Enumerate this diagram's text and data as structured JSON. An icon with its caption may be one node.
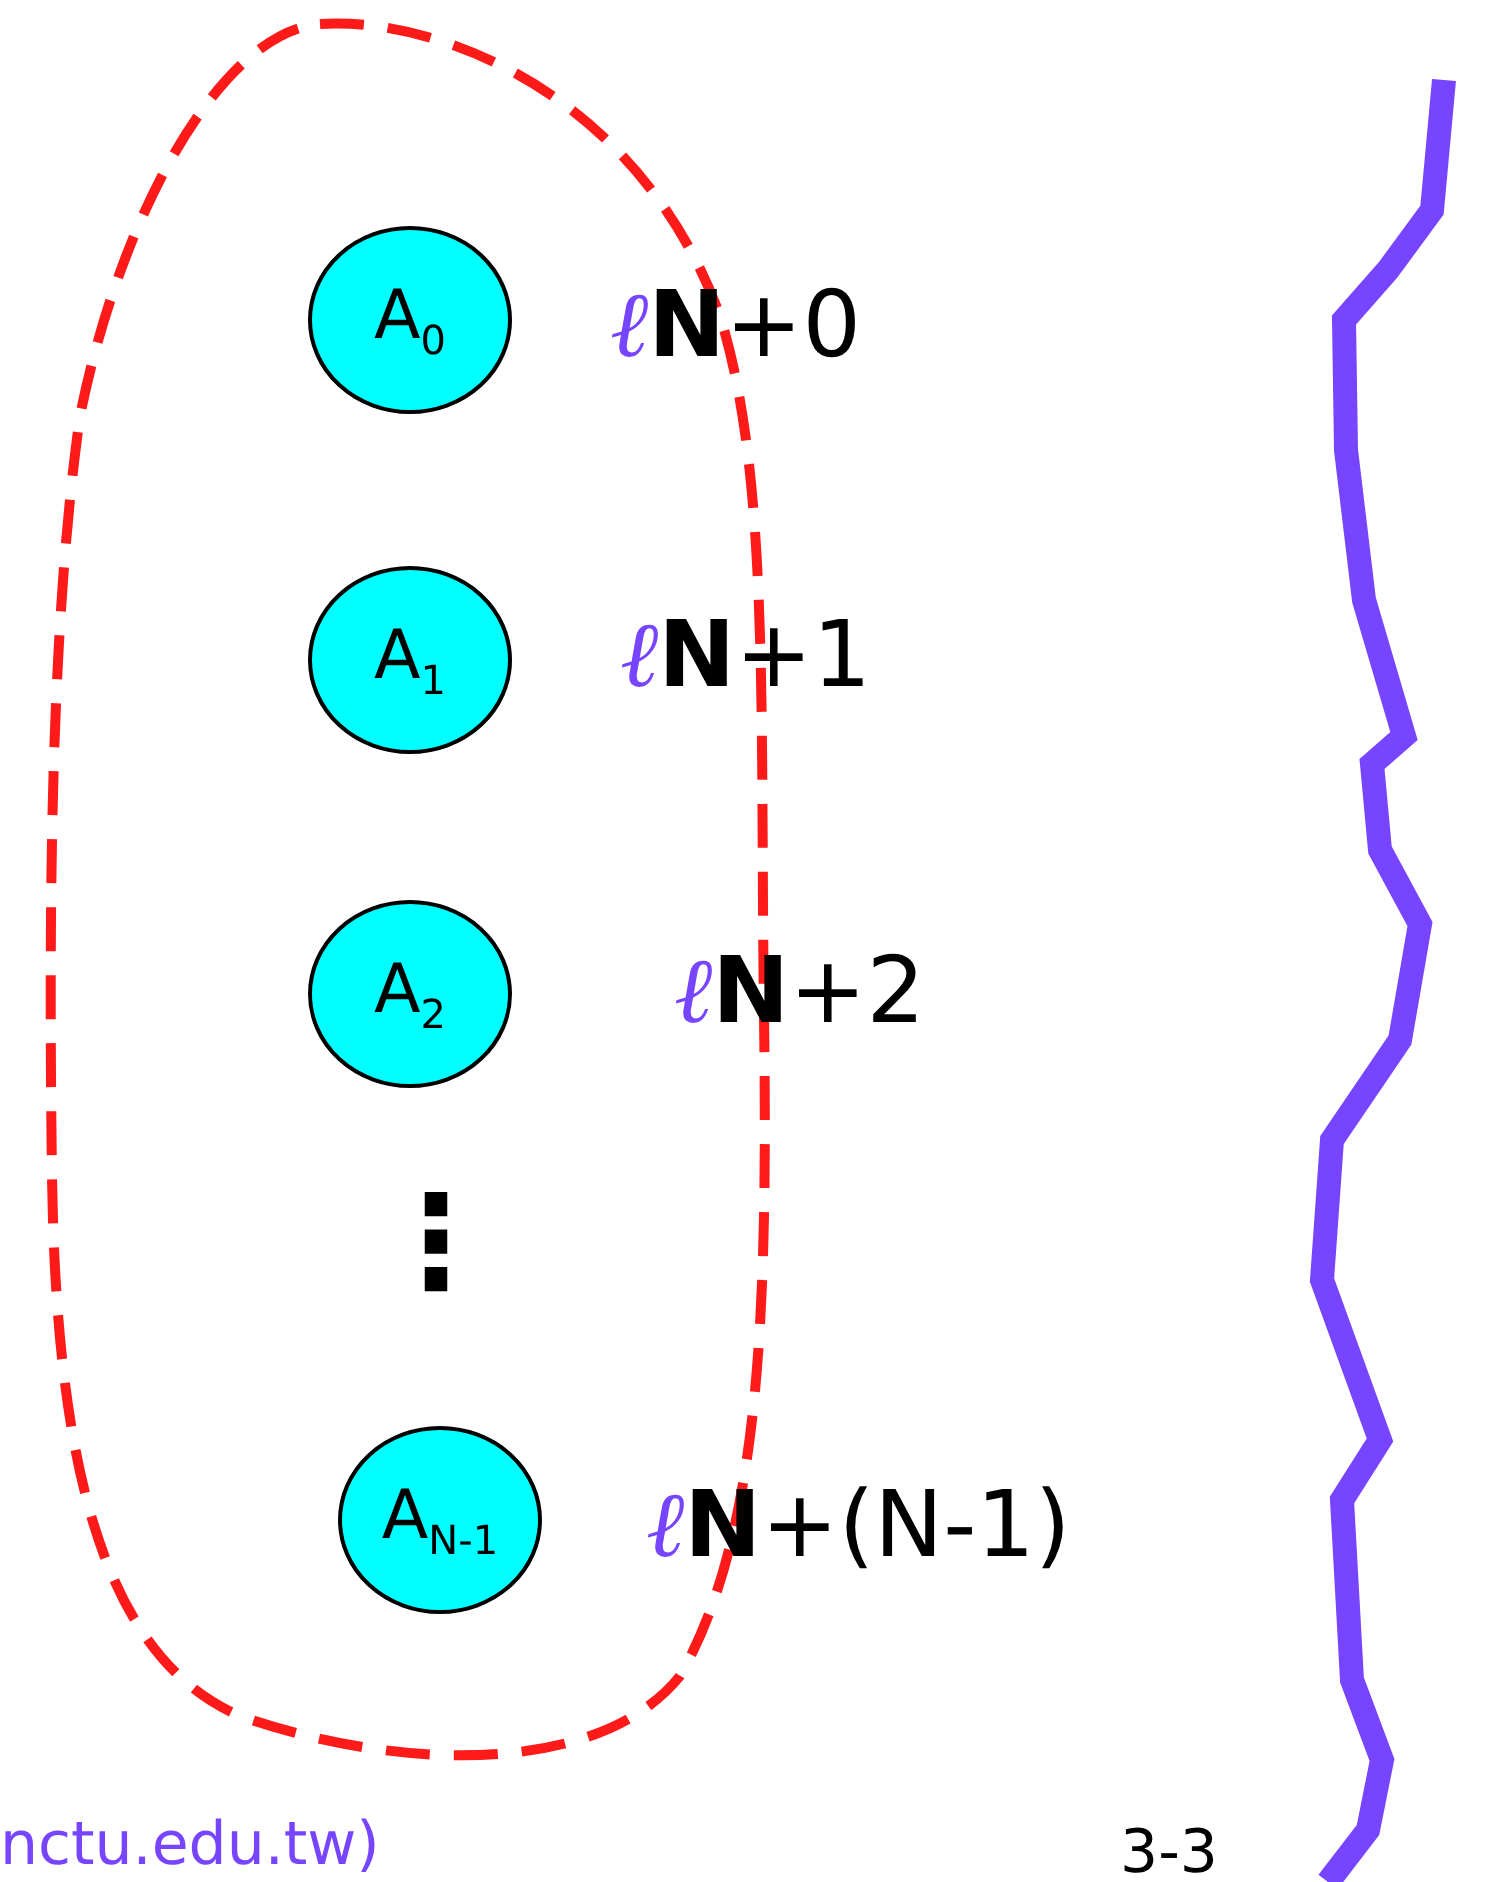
{
  "diagram": {
    "nodes": [
      {
        "text": [],
        "shape": "oval"
      },
      {
        "text": [
          "A$_{0}$"
        ],
        "in": 0,
        "beside": [
          "ℓ**N**+0"
        ]
      },
      {
        "text": [
          "A$_{1}$"
        ],
        "in": 0,
        "beside": [
          "ℓ**N**+1"
        ]
      },
      {
        "text": [
          "A$_{2}$"
        ],
        "in": 0,
        "beside": [
          "ℓ**N**+2"
        ]
      },
      {
        "text": [
          "A$_{N-1}$"
        ],
        "in": 0,
        "beside": [
          "ℓ**N**+(N-1)"
        ]
      }
    ],
    "labels": [
      "⋮",
      "nctu.edu.tw)",
      "3-3"
    ]
  }
}
